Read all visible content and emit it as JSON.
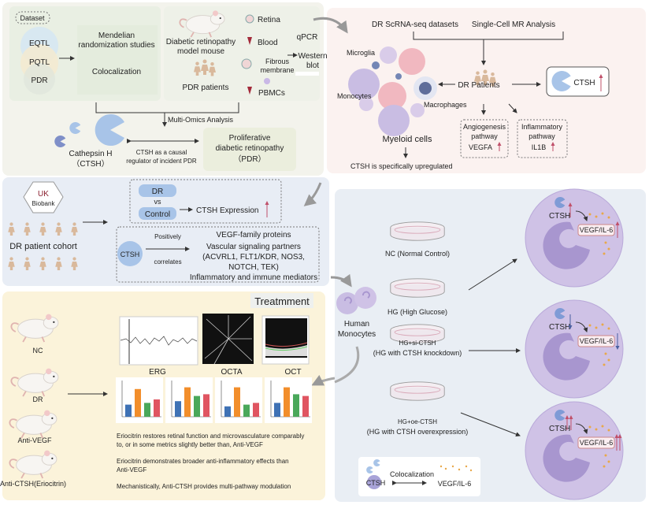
{
  "colors": {
    "panel_a": "#f3f3ec",
    "panel_b": "#fbf2f0",
    "panel_c": "#e8edf5",
    "panel_d": "#fbf3da",
    "panel_e": "#e9eef4",
    "ctsh_blue": "#a8c4e8",
    "up_arrow": "#c0506a",
    "cell_purple": "#cfc2e6",
    "nucleus_purple": "#a896cf"
  },
  "panel_a": {
    "dataset_label": "Dataset",
    "venn": [
      "EQTL",
      "PQTL",
      "PDR"
    ],
    "methods": [
      "Mendelian",
      "randomization studies",
      "Colocalization"
    ],
    "mouse_label": [
      "Diabetic retinopathy",
      "model mouse"
    ],
    "patients_label": "PDR patients",
    "samples": [
      "Retina",
      "Blood",
      "Fibrous",
      "membrane",
      "PBMCs"
    ],
    "assays": [
      "qPCR",
      "Western",
      "blot"
    ],
    "multi_omics": "Multi-Omics Analysis",
    "cathepsin": [
      "Cathepsin H",
      "（CTSH）"
    ],
    "causal": [
      "CTSH as a causal",
      "regulator of incident PDR"
    ],
    "pdr_box": [
      "Proliferative",
      "diabetic retinopathy",
      "（PDR）"
    ]
  },
  "panel_b": {
    "sources": [
      "DR ScRNA-seq datasets",
      "Single-Cell MR Analysis"
    ],
    "cells": [
      "Microglia",
      "Monocytes",
      "Macrophages"
    ],
    "dr_patients": "DR Patients",
    "ctsh": "CTSH",
    "angiogenesis": [
      "Angiogenesis",
      "pathway",
      "VEGFA"
    ],
    "inflammatory": [
      "Inflammatory",
      "pathway",
      "IL1B"
    ],
    "myeloid": "Myeloid cells",
    "upregulated": "CTSH is specifically upregulated"
  },
  "panel_c": {
    "biobank": [
      "UK",
      "Biobank"
    ],
    "cohort": "DR patient cohort",
    "dr": "DR",
    "vs": "vs",
    "control": "Control",
    "expression": "CTSH  Expression",
    "ctsh": "CTSH",
    "positively": "Positively",
    "correlates": "correlates",
    "partners": [
      "VEGF-family proteins",
      "Vascular signaling partners",
      "(ACVRL1, FLT1/KDR, NOS3,",
      "NOTCH, TEK)",
      "Inflammatory and immune mediators"
    ]
  },
  "panel_d": {
    "title": "Treatmment",
    "groups": [
      "NC",
      "DR",
      "Anti-VEGF",
      "Anti-CTSH(Eriocitrin)"
    ],
    "images": [
      "ERG",
      "OCTA",
      "OCT"
    ],
    "bar_colors": [
      "#3f72b5",
      "#f28e2b",
      "#4aa85a",
      "#e05561"
    ],
    "mini_charts": [
      [
        0.35,
        0.8,
        0.4,
        0.5
      ],
      [
        0.45,
        0.85,
        0.6,
        0.65
      ],
      [
        0.3,
        0.85,
        0.35,
        0.4
      ],
      [
        0.4,
        0.85,
        0.65,
        0.6
      ]
    ],
    "findings": [
      [
        "Eriocitrin restores retinal function and microvasculature comparably",
        "to, or in some metrics slightly better than, Anti-VEGF"
      ],
      [
        "Eriocitrin demonstrates broader anti-inflammatory effects than",
        "Anti-VEGF"
      ],
      [
        "Mechanistically, Anti-CTSH provides multi-pathway modulation"
      ]
    ]
  },
  "panel_e": {
    "monocytes": [
      "Human",
      "Monocytes"
    ],
    "conditions": [
      [
        "NC (Normal Control)"
      ],
      [
        "HG (High Glucose)"
      ],
      [
        "HG+si-CTSH",
        "(HG with CTSH knockdown)"
      ],
      [
        "HG+oe-CTSH",
        "(HG with CTSH overexpression)"
      ]
    ],
    "ctsh": "CTSH",
    "vegf": "VEGF/IL-6",
    "colocalization": "Colocalization"
  }
}
